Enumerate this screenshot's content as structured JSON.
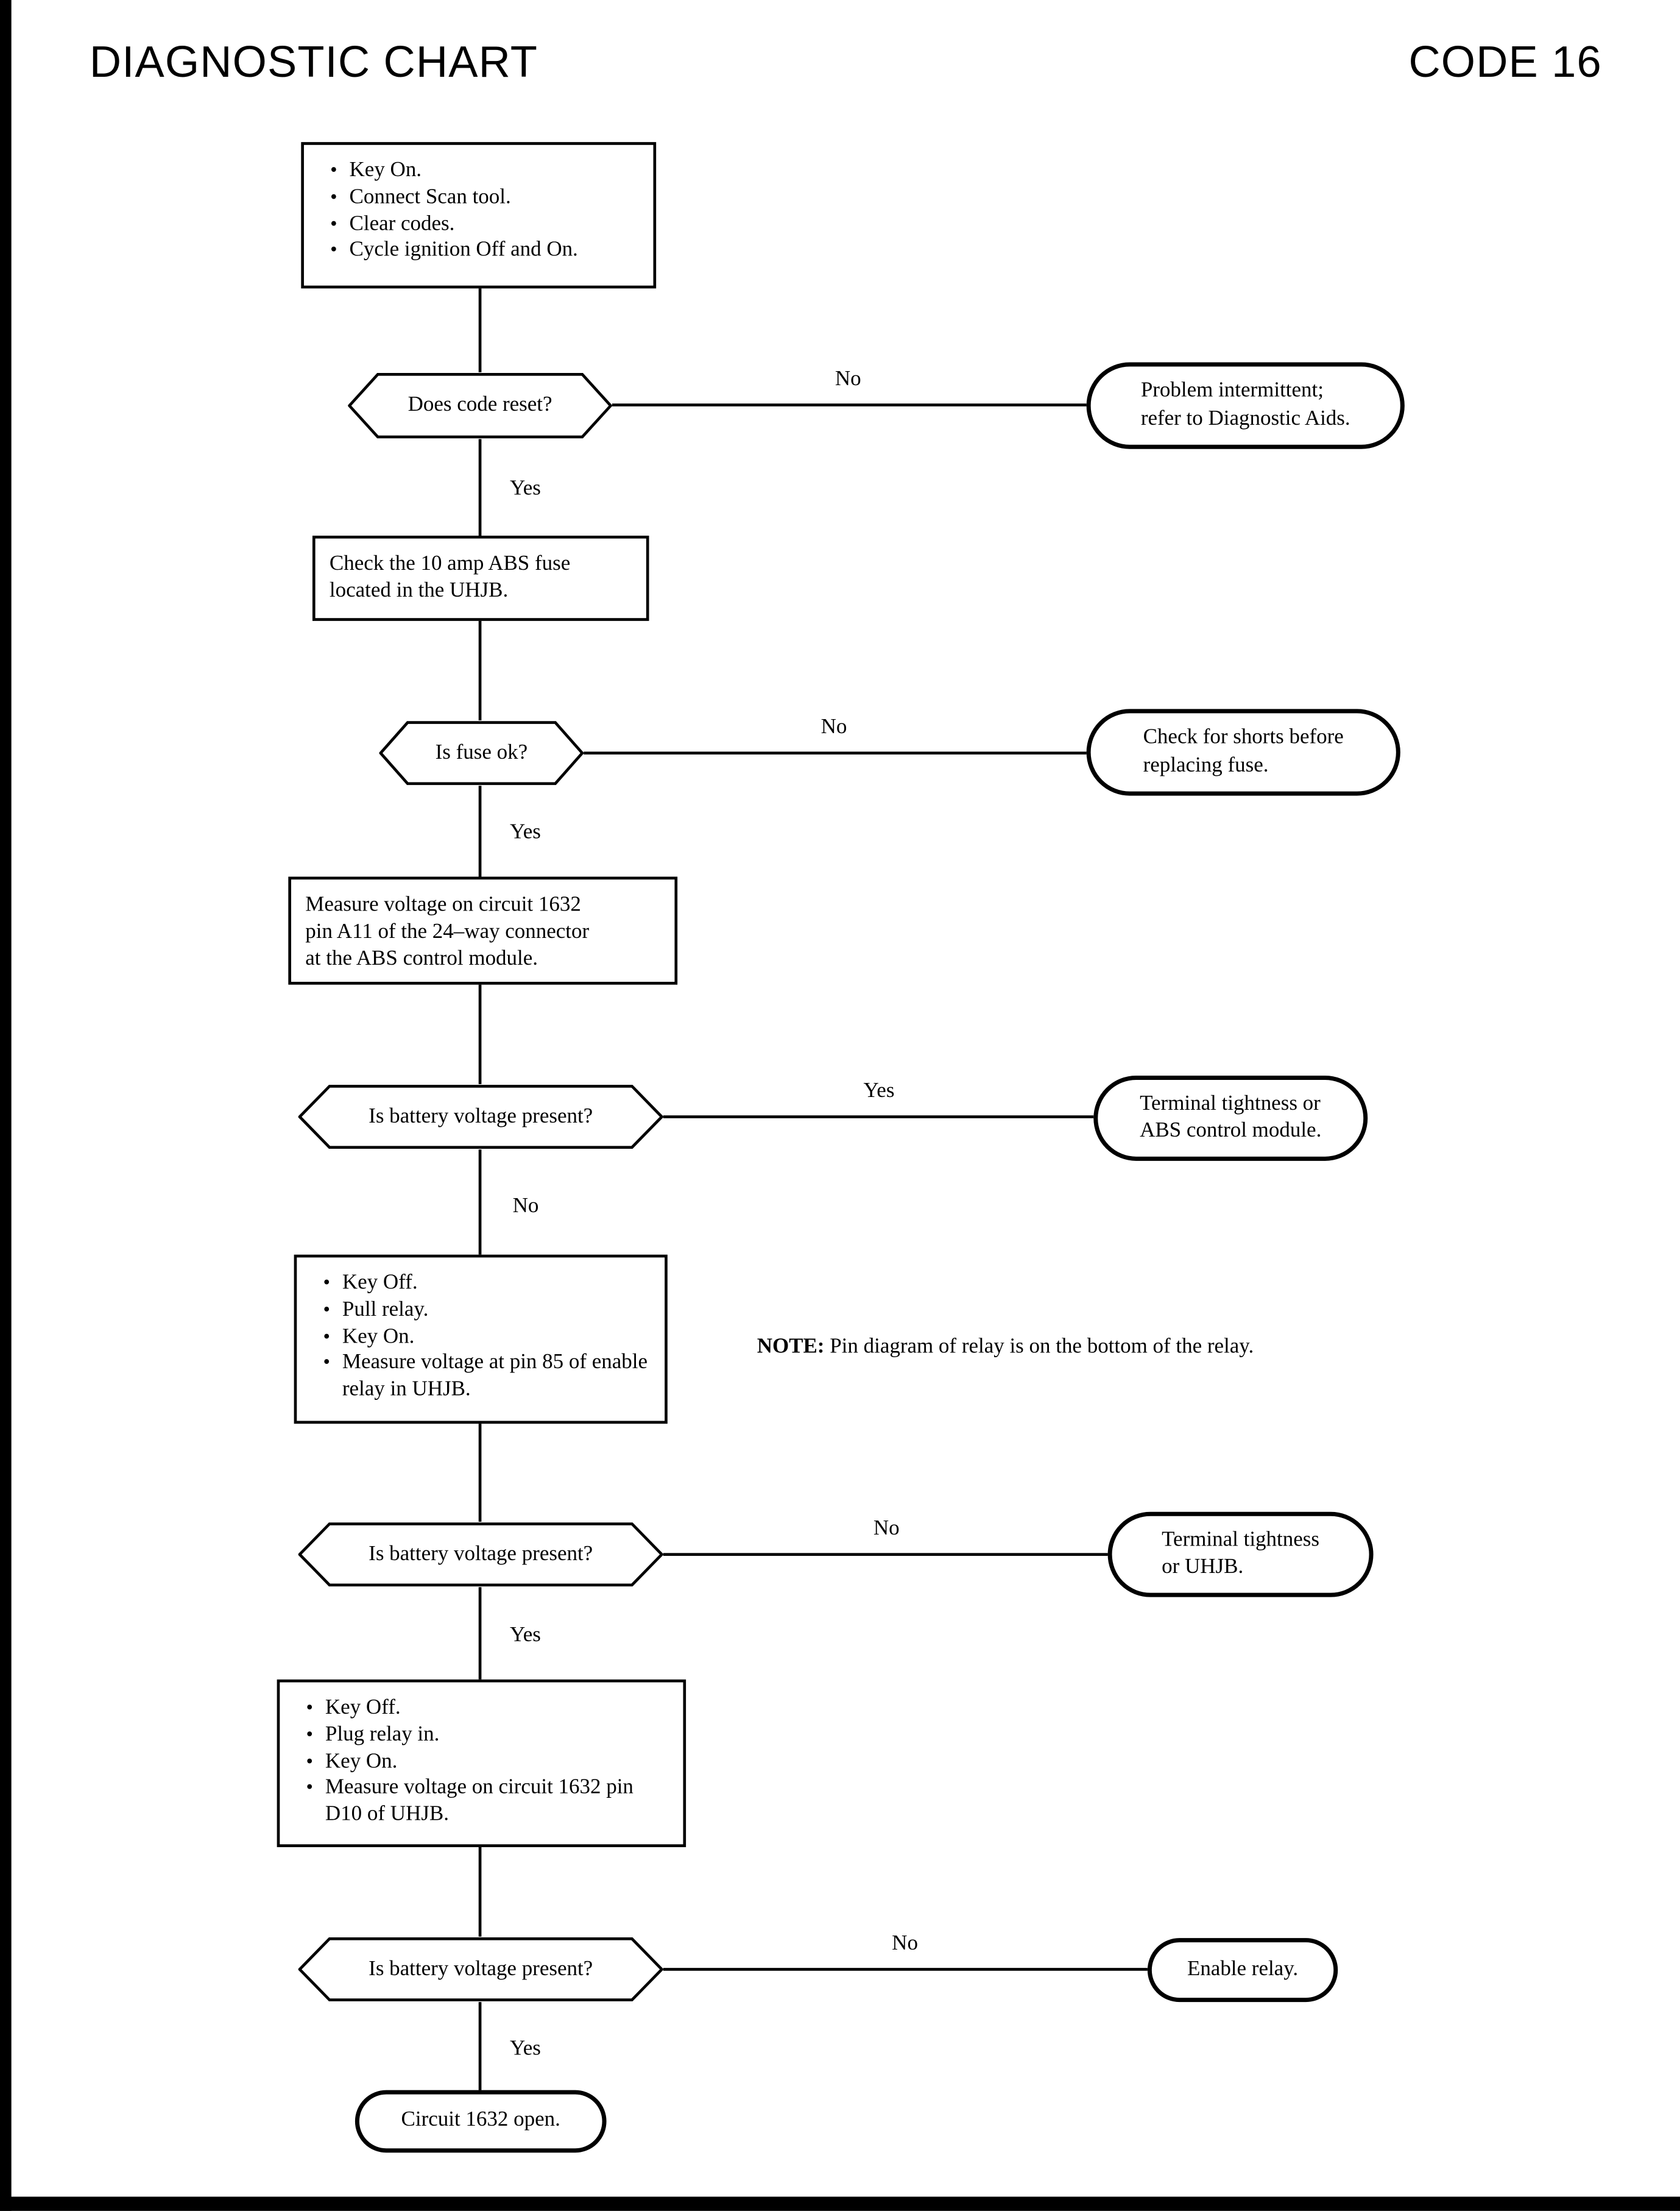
{
  "header": {
    "title": "DIAGNOSTIC CHART",
    "code": "CODE 16"
  },
  "nodes": {
    "start": {
      "bullets": [
        "Key On.",
        "Connect Scan tool.",
        "Clear codes.",
        "Cycle ignition Off and On."
      ]
    },
    "d1": {
      "question": "Does code reset?",
      "no": "No",
      "yes": "Yes"
    },
    "t1": {
      "lines": [
        "Problem intermittent;",
        "refer to Diagnostic Aids."
      ]
    },
    "p2": {
      "lines": [
        "Check the 10 amp ABS fuse",
        "located in the UHJB."
      ]
    },
    "d2": {
      "question": "Is fuse ok?",
      "no": "No",
      "yes": "Yes"
    },
    "t2": {
      "lines": [
        "Check for shorts before",
        "replacing fuse."
      ]
    },
    "p3": {
      "lines": [
        "Measure voltage on circuit 1632",
        "pin A11 of the 24–way connector",
        "at the ABS control module."
      ]
    },
    "d3": {
      "question": "Is battery voltage present?",
      "yes": "Yes",
      "no": "No"
    },
    "t3": {
      "lines": [
        "Terminal tightness or",
        "ABS control module."
      ]
    },
    "p4": {
      "bullets": [
        "Key Off.",
        "Pull relay.",
        "Key On.",
        "Measure voltage at pin 85 of enable relay in UHJB."
      ]
    },
    "note": {
      "label": "NOTE:",
      "text": " Pin diagram of relay is on the bottom of the relay."
    },
    "d4": {
      "question": "Is battery voltage present?",
      "no": "No",
      "yes": "Yes"
    },
    "t4": {
      "lines": [
        "Terminal tightness",
        "or UHJB."
      ]
    },
    "p5": {
      "bullets": [
        "Key Off.",
        "Plug relay in.",
        "Key On.",
        "Measure voltage on circuit 1632 pin D10 of UHJB."
      ]
    },
    "d5": {
      "question": "Is battery voltage present?",
      "no": "No",
      "yes": "Yes"
    },
    "t5": {
      "lines": [
        "Enable relay."
      ]
    },
    "t6": {
      "lines": [
        "Circuit 1632 open."
      ]
    }
  }
}
